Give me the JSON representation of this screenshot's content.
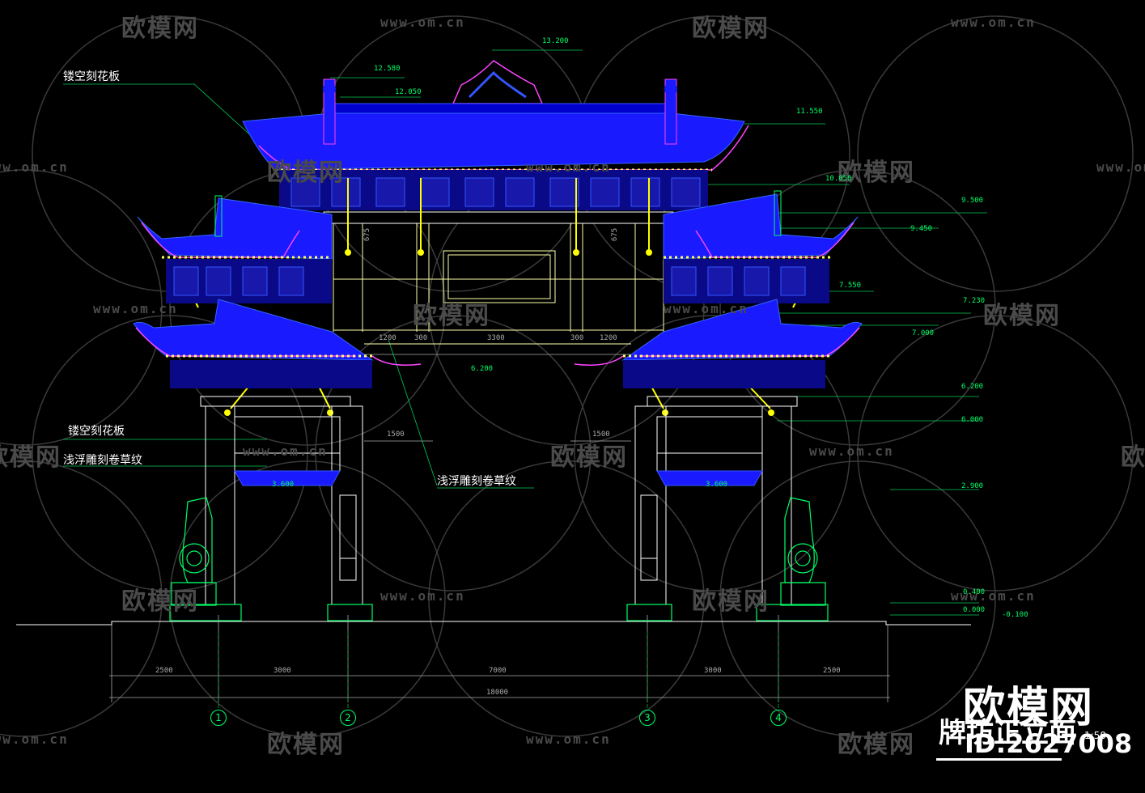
{
  "watermark": {
    "brand": "欧模网",
    "url": "www.om.cn"
  },
  "annotations": {
    "carved_panel_top": "镂空刻花板",
    "carved_panel_side": "镂空刻花板",
    "relief_scroll_side": "浅浮雕刻卷草纹",
    "relief_scroll_center": "浅浮雕刻卷草纹"
  },
  "elevations": {
    "e13200": "13.200",
    "e12580": "12.580",
    "e12050": "12.050",
    "e11550": "11.550",
    "e10050": "10.050",
    "e9500": "9.500",
    "e9450": "9.450",
    "e7550": "7.550",
    "e7230": "7.230",
    "e7000": "7.000",
    "e6200": "6.200",
    "e6000": "6.000",
    "e2900": "2.900",
    "e0400": "0.400",
    "e0000": "0.000",
    "em0100": "-0.100",
    "center6200": "6.200",
    "left3600": "3.600",
    "right3600": "3.600"
  },
  "dimensions": {
    "upper": [
      "1200",
      "300",
      "3300",
      "300",
      "1200"
    ],
    "d675a": "675",
    "d675b": "675",
    "d1500a": "1500",
    "d1500b": "1500",
    "bottom": [
      "2500",
      "3000",
      "7000",
      "3000",
      "2500"
    ],
    "total": "18000"
  },
  "axes": [
    "1",
    "2",
    "3",
    "4"
  ],
  "title": {
    "name": "牌坊正立面",
    "scale": "1:50",
    "id_text": "ID:2627008",
    "logo": "欧模网"
  },
  "colors": {
    "roof": "#1a1aff",
    "line_white": "#ffffff",
    "dim_green": "#00ff66",
    "accent_magenta": "#ff44ff",
    "gold": "#ffff00",
    "watermark": "#4a4a4a"
  }
}
